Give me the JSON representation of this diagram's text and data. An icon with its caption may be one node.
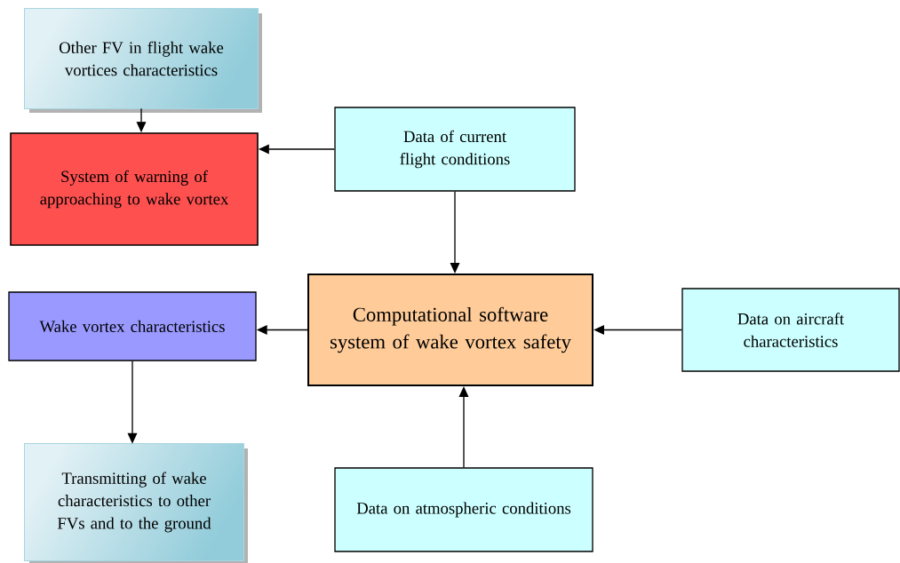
{
  "diagram": {
    "nodes": [
      {
        "text": [
          "Other FV in flight wake vortices characteristics"
        ]
      },
      {
        "text": [
          "System of warning of approaching to wake vortex"
        ]
      },
      {
        "text": [
          "Data of current flight conditions"
        ]
      },
      {
        "text": [
          "Wake vortex characteristics"
        ]
      },
      {
        "text": [
          "Computational software system of wake vortex safety"
        ]
      },
      {
        "text": [
          "Data on aircraft characteristics"
        ]
      },
      {
        "text": [
          "Transmitting of wake characteristics to other FVs and to the ground"
        ]
      },
      {
        "text": [
          "Data on atmospheric conditions"
        ]
      }
    ],
    "edges": [
      {
        "from": 0,
        "to": 1,
        "arrow": "to"
      },
      {
        "from": 2,
        "to": 1,
        "arrow": "to"
      },
      {
        "from": 2,
        "to": 4,
        "arrow": "to"
      },
      {
        "from": 4,
        "to": 3,
        "arrow": "to"
      },
      {
        "from": 5,
        "to": 4,
        "arrow": "to"
      },
      {
        "from": 7,
        "to": 4,
        "arrow": "to"
      },
      {
        "from": 3,
        "to": 6,
        "arrow": "to"
      }
    ]
  }
}
